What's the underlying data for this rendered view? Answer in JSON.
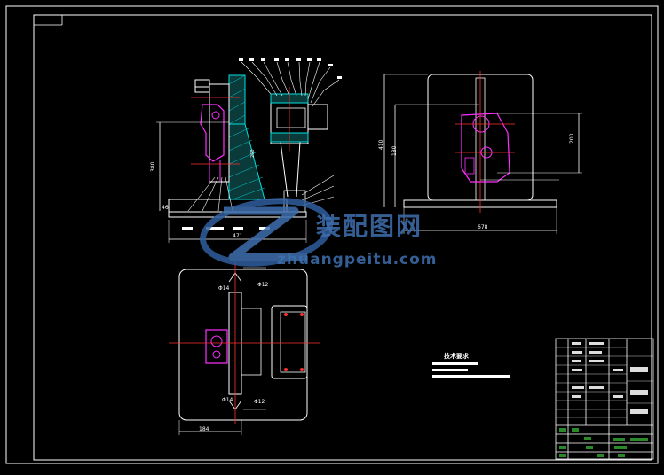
{
  "watermark": {
    "chinese": "装配图网",
    "domain": "zhuangpeitu.com"
  },
  "tech_requirements": {
    "title": "技术要求"
  },
  "dimensions": {
    "front_height": "380",
    "front_width": "471",
    "side_height": "410",
    "side_inner": "180",
    "side_small": "200",
    "side_width": "678",
    "top_width": "184",
    "top_dim_top": "Φ14",
    "top_dim_top2": "Φ12",
    "top_dim_bottom": "Φ14",
    "top_dim_bottom2": "Φ12",
    "front_left": "46",
    "front_mid": "260"
  }
}
